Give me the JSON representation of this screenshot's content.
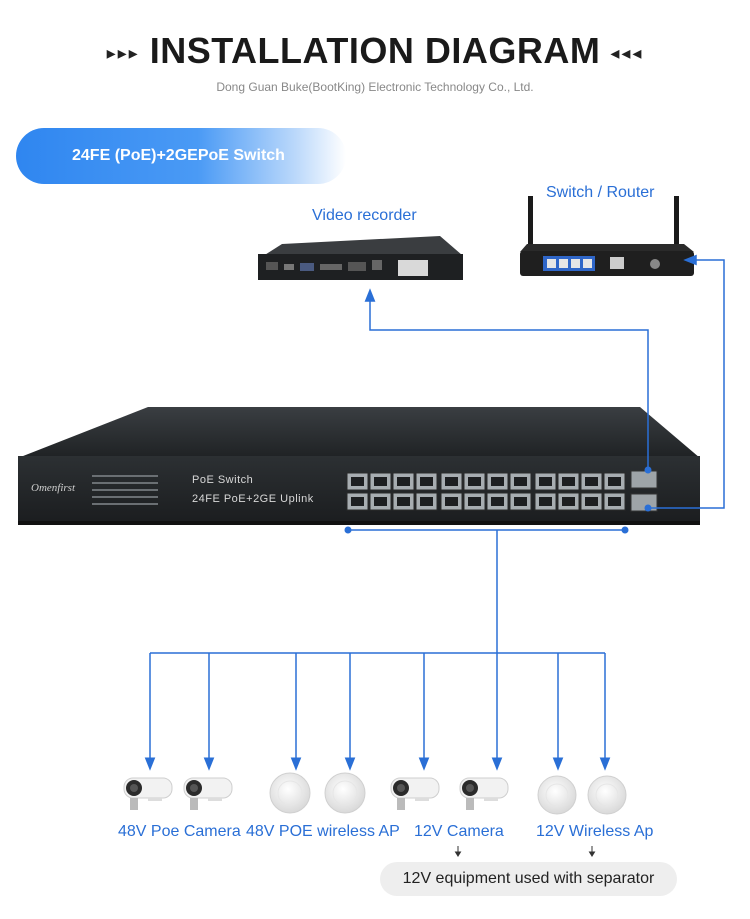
{
  "title": "INSTALLATION DIAGRAM",
  "title_arrows_left": "▸▸▸",
  "title_arrows_right": "◂◂◂",
  "subtitle": "Dong Guan Buke(BootKing) Electronic Technology Co., Ltd.",
  "product": "24FE (PoE)+2GEPoE Switch",
  "video_recorder": "Video recorder",
  "router": "Switch / Router",
  "switch": {
    "brand": "Omenfirst",
    "name": "PoE  Switch",
    "spec": "24FE PoE+2GE Uplink",
    "color": "#2b2e30"
  },
  "devices": {
    "poe_camera": "48V Poe Camera",
    "poe_ap": "48V POE wireless AP",
    "cam12": "12V Camera",
    "ap12": "12V Wireless Ap"
  },
  "note": "12V equipment used with separator",
  "colors": {
    "line": "#2a6fd6",
    "pill": "#2f86f0"
  }
}
